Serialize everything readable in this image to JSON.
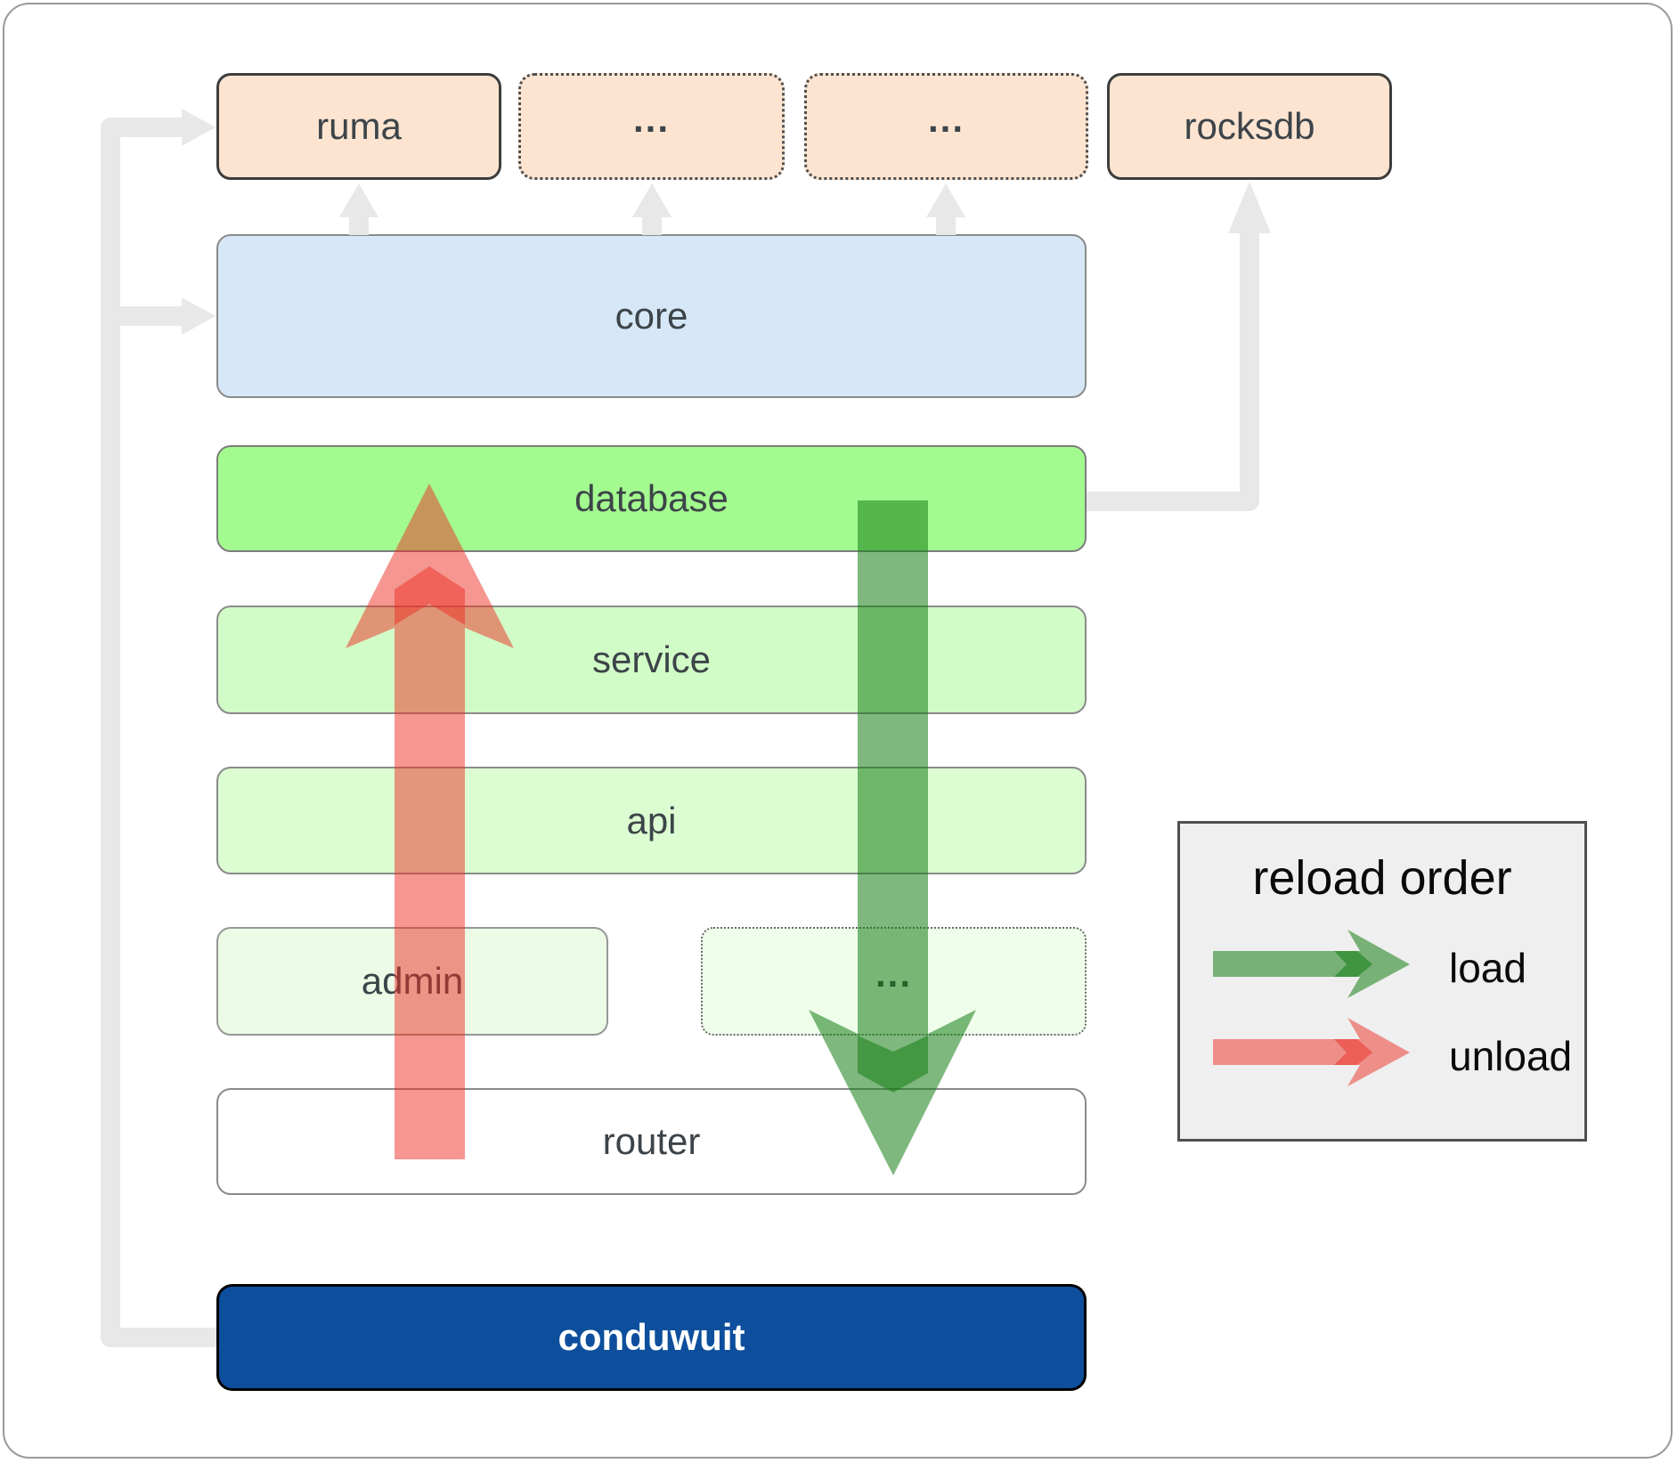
{
  "diagram": {
    "top_row": [
      {
        "label": "ruma"
      },
      {
        "label": "..."
      },
      {
        "label": "..."
      },
      {
        "label": "rocksdb"
      }
    ],
    "layers": {
      "core": "core",
      "database": "database",
      "service": "service",
      "api": "api",
      "admin": "admin",
      "more": "...",
      "router": "router",
      "conduwuit": "conduwuit"
    }
  },
  "legend": {
    "title": "reload order",
    "load_label": "load",
    "unload_label": "unload"
  },
  "colors": {
    "load_arrow_green": "#2f9e2f",
    "unload_arrow_red": "#f4544e",
    "connector_gray": "#e8e8e8",
    "database_green": "#a3fa8f",
    "core_blue": "#d6e8f8",
    "dependency_peach": "#fce4d0",
    "conduwuit_blue": "#0d4f9c"
  }
}
